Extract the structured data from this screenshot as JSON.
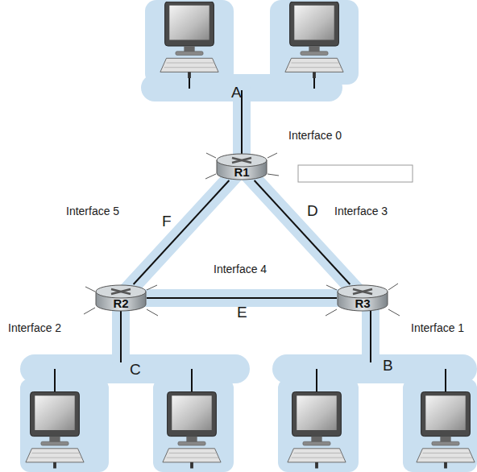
{
  "diagram": {
    "nodes": [
      {
        "text": [
          "R1"
        ]
      },
      {
        "text": [
          "R2"
        ]
      },
      {
        "text": [
          "R3"
        ]
      }
    ],
    "edges": [
      {
        "from": 0,
        "to": 1,
        "arrow": "none",
        "label": "F"
      },
      {
        "from": 0,
        "to": 2,
        "arrow": "none",
        "label": "D"
      },
      {
        "from": 1,
        "to": 2,
        "arrow": "none",
        "label": "E"
      }
    ],
    "labels": [
      "A",
      "Interface 0",
      "Interface 5",
      "Interface 3",
      "Interface 4",
      "Interface 2",
      "Interface 1",
      "C",
      "B"
    ]
  }
}
